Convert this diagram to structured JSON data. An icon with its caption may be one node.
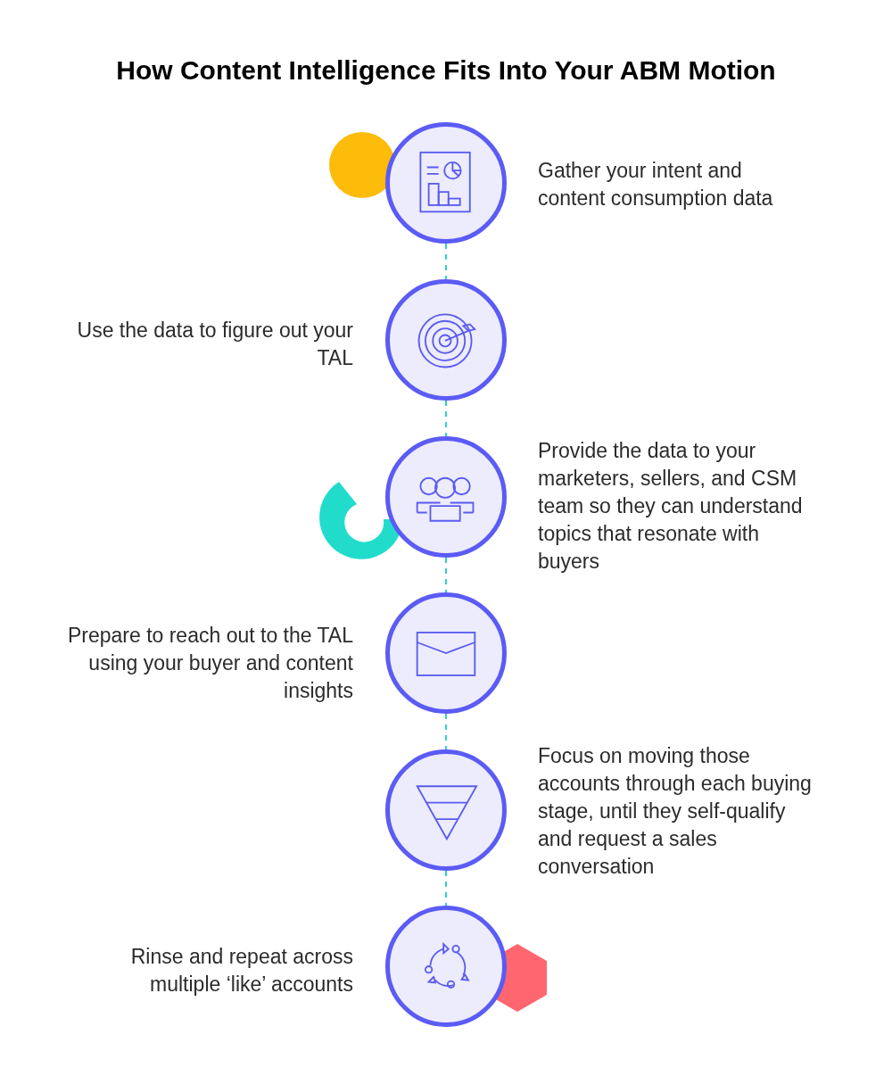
{
  "diagram": {
    "title": "How Content Intelligence Fits Into Your ABM Motion",
    "nodes": [
      {
        "text": [],
        "shape": "circle",
        "beside": [
          "Gather your intent and content consumption data"
        ]
      },
      {
        "text": [],
        "shape": "circle",
        "beside": [
          "Use the data to figure out your TAL"
        ]
      },
      {
        "text": [],
        "shape": "circle",
        "beside": [
          "Provide the data to your marketers, sellers, and CSM team so they can understand topics that resonate with buyers"
        ]
      },
      {
        "text": [],
        "shape": "circle",
        "beside": [
          "Prepare to reach out to the TAL using your buyer and content insights"
        ]
      },
      {
        "text": [],
        "shape": "circle",
        "beside": [
          "Focus on moving those accounts through each buying stage, until they self-qualify and request a sales conversation"
        ]
      },
      {
        "text": [],
        "shape": "circle",
        "beside": [
          "Rinse and repeat across multiple ‘like’ accounts"
        ]
      }
    ],
    "edges": [
      {
        "from": 0,
        "to": 1,
        "arrow": "none",
        "style": "dashed"
      },
      {
        "from": 1,
        "to": 2,
        "arrow": "none",
        "style": "dashed"
      },
      {
        "from": 2,
        "to": 3,
        "arrow": "none",
        "style": "dashed"
      },
      {
        "from": 3,
        "to": 4,
        "arrow": "none",
        "style": "dashed"
      },
      {
        "from": 4,
        "to": 5,
        "arrow": "none",
        "style": "dashed"
      }
    ]
  }
}
